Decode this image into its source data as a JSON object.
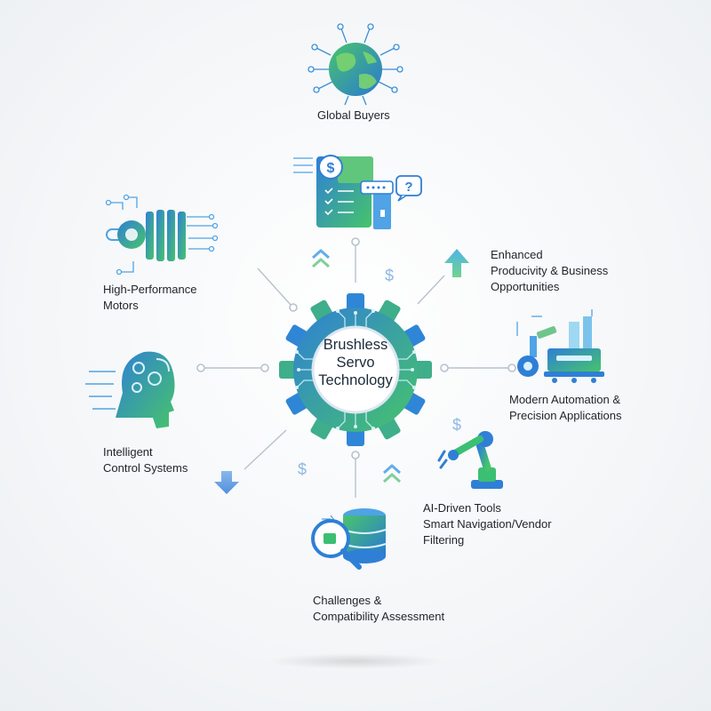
{
  "center": {
    "title": "Brushless\nServo\nTechnology"
  },
  "nodes": {
    "global_buyers": {
      "label": "Global Buyers"
    },
    "high_performance_motors": {
      "label": "High-Performance\nMotors"
    },
    "enhanced_productivity": {
      "label": "Enhanced\nProducivity & Business\nOpportunities"
    },
    "modern_automation": {
      "label": "Modern Automation &\nPrecision Applications"
    },
    "intelligent_control": {
      "label": "Intelligent\nControl Systems"
    },
    "ai_tools": {
      "label": "AI-Driven Tools\nSmart Navigation/Vendor\nFiltering"
    },
    "challenges": {
      "label": "Challenges &\nCompatibility Assessment"
    }
  },
  "symbols": {
    "dollar": "$",
    "question": "?"
  },
  "colors": {
    "accent_blue": "#2f7fd6",
    "accent_green": "#3bbf73",
    "connector": "#b7c2cc"
  }
}
